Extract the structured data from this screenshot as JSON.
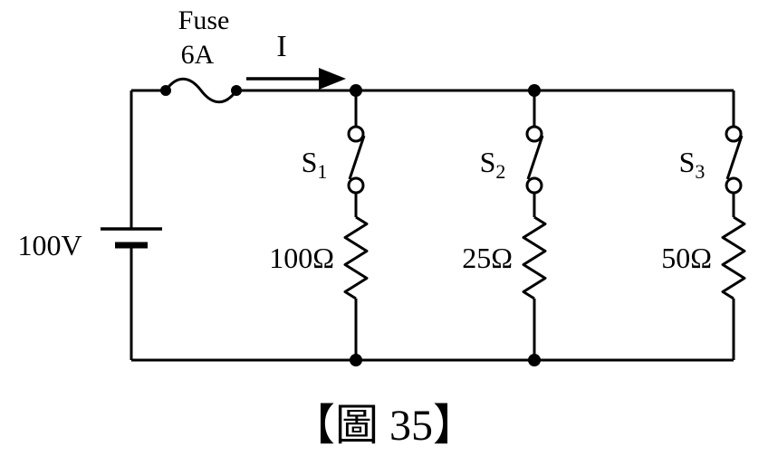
{
  "circuit": {
    "source_voltage": "100V",
    "fuse_label": "Fuse",
    "fuse_rating": "6A",
    "current_label": "I",
    "branches": [
      {
        "switch_base": "S",
        "switch_sub": "1",
        "resistor": "100Ω"
      },
      {
        "switch_base": "S",
        "switch_sub": "2",
        "resistor": "25Ω"
      },
      {
        "switch_base": "S",
        "switch_sub": "3",
        "resistor": "50Ω"
      }
    ]
  },
  "caption": "【圖 35】",
  "colors": {
    "stroke": "#000000",
    "background": "#ffffff"
  }
}
